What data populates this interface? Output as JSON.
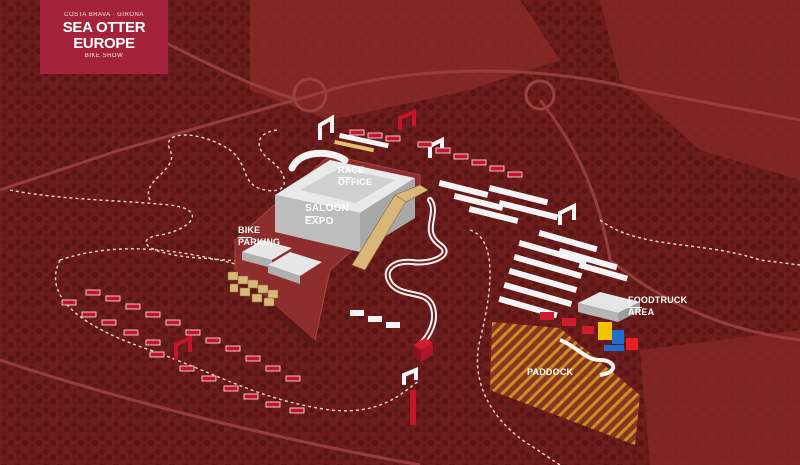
{
  "logo": {
    "top_line": "COSTA BRAVA · GIRONA",
    "title": "SEA OTTER EUROPE",
    "sub_line": "BIKE SHOW"
  },
  "areas": {
    "race_office": [
      "RACE",
      "OFFICE"
    ],
    "saloon_expo": [
      "SALOON",
      "EXPO"
    ],
    "bike_parking": [
      "BIKE",
      "PARKING"
    ],
    "foodtruck_area": [
      "FOODTRUCK",
      "AREA"
    ],
    "paddock": "PADDOCK"
  },
  "colors": {
    "background": "#7a2222",
    "brand": "#a4233a",
    "track": "#f0d9c0",
    "sand": "#d9b77a",
    "building": "#d8d8d8",
    "tent": "#f4f4f4",
    "accent": "#c8142a",
    "hatch": "#d69a2a"
  }
}
